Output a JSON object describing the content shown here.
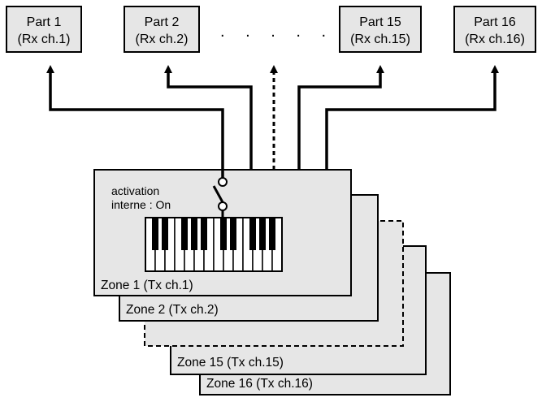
{
  "parts": [
    {
      "line1": "Part 1",
      "line2": "(Rx ch.1)"
    },
    {
      "line1": "Part 2",
      "line2": "(Rx ch.2)"
    },
    {
      "line1": "Part 15",
      "line2": "(Rx ch.15)"
    },
    {
      "line1": "Part 16",
      "line2": "(Rx ch.16)"
    }
  ],
  "ellipsis": ". . . . .",
  "zones": [
    {
      "label": "Zone 1 (Tx ch.1)"
    },
    {
      "label": "Zone 2 (Tx ch.2)"
    },
    {
      "label": "Zone 15 (Tx ch.15)"
    },
    {
      "label": "Zone 16 (Tx ch.16)"
    }
  ],
  "activation": {
    "line1": "activation",
    "line2": "interne : On"
  },
  "colors": {
    "box_fill": "#e6e6e6",
    "stroke": "#000000",
    "key_white": "#ffffff",
    "key_black": "#000000"
  }
}
